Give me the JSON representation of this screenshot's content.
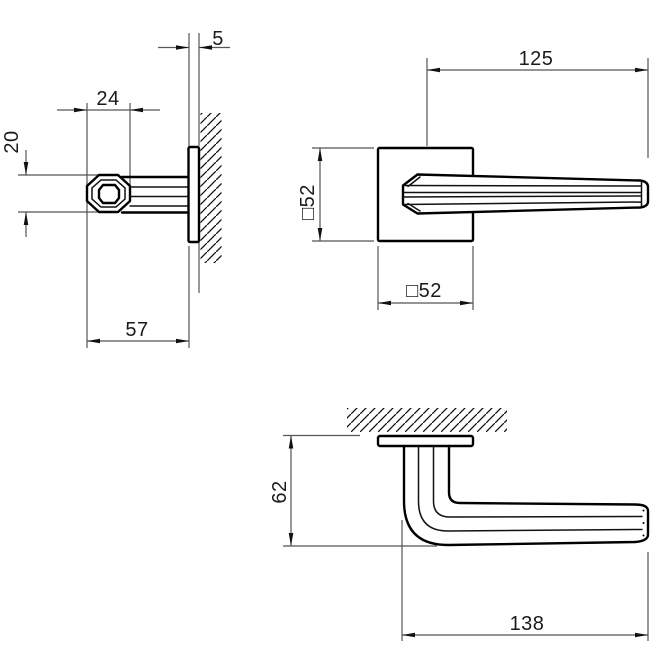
{
  "drawing": {
    "type": "technical-dimension-drawing",
    "subject": "door-handle-lever-on-square-rosette",
    "background": "#ffffff"
  },
  "colors": {
    "object_line": "#000000",
    "dimension_line": "#555555",
    "text": "#1a1a1a"
  },
  "dimensions": {
    "rosette_thickness": {
      "value": 5,
      "label": "5"
    },
    "grip_section_width": {
      "value": 24,
      "label": "24"
    },
    "grip_section_height": {
      "value": 20,
      "label": "20"
    },
    "projection": {
      "value": 57,
      "label": "57"
    },
    "lever_length": {
      "value": 125,
      "label": "125"
    },
    "rosette_height": {
      "value": 52,
      "label": "□52"
    },
    "rosette_width": {
      "value": 52,
      "label": "□52"
    },
    "handle_depth": {
      "value": 62,
      "label": "62"
    },
    "grip_length": {
      "value": 138,
      "label": "138"
    }
  }
}
